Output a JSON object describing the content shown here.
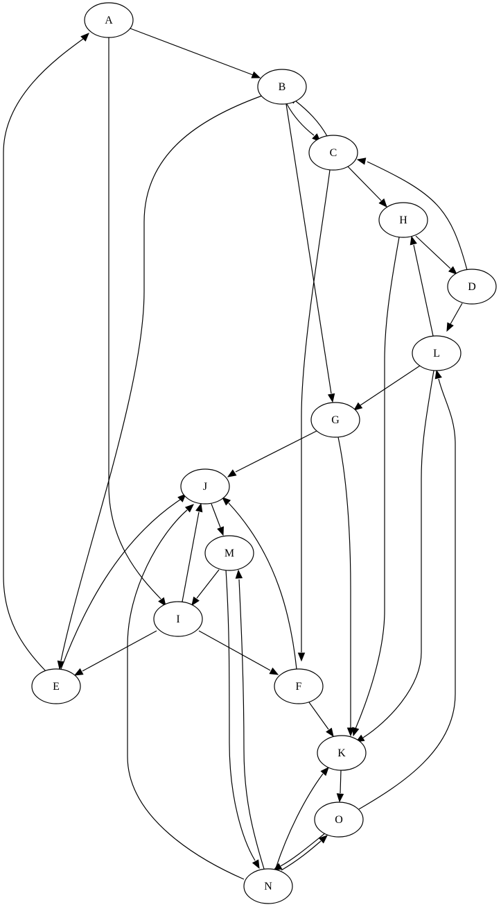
{
  "graph": {
    "type": "directed-graph",
    "nodes": [
      {
        "id": "A",
        "label": "A"
      },
      {
        "id": "B",
        "label": "B"
      },
      {
        "id": "C",
        "label": "C"
      },
      {
        "id": "H",
        "label": "H"
      },
      {
        "id": "D",
        "label": "D"
      },
      {
        "id": "L",
        "label": "L"
      },
      {
        "id": "G",
        "label": "G"
      },
      {
        "id": "J",
        "label": "J"
      },
      {
        "id": "M",
        "label": "M"
      },
      {
        "id": "I",
        "label": "I"
      },
      {
        "id": "E",
        "label": "E"
      },
      {
        "id": "F",
        "label": "F"
      },
      {
        "id": "K",
        "label": "K"
      },
      {
        "id": "O",
        "label": "O"
      },
      {
        "id": "N",
        "label": "N"
      }
    ],
    "edges": [
      {
        "from": "A",
        "to": "B"
      },
      {
        "from": "A",
        "to": "I"
      },
      {
        "from": "B",
        "to": "C"
      },
      {
        "from": "B",
        "to": "E"
      },
      {
        "from": "B",
        "to": "G"
      },
      {
        "from": "C",
        "to": "B"
      },
      {
        "from": "C",
        "to": "H"
      },
      {
        "from": "C",
        "to": "F"
      },
      {
        "from": "D",
        "to": "C"
      },
      {
        "from": "D",
        "to": "L"
      },
      {
        "from": "E",
        "to": "A"
      },
      {
        "from": "E",
        "to": "J"
      },
      {
        "from": "F",
        "to": "J"
      },
      {
        "from": "F",
        "to": "K"
      },
      {
        "from": "G",
        "to": "J"
      },
      {
        "from": "G",
        "to": "K"
      },
      {
        "from": "H",
        "to": "D"
      },
      {
        "from": "H",
        "to": "K"
      },
      {
        "from": "I",
        "to": "J"
      },
      {
        "from": "I",
        "to": "E"
      },
      {
        "from": "I",
        "to": "F"
      },
      {
        "from": "J",
        "to": "M"
      },
      {
        "from": "K",
        "to": "O"
      },
      {
        "from": "L",
        "to": "H"
      },
      {
        "from": "L",
        "to": "G"
      },
      {
        "from": "L",
        "to": "K"
      },
      {
        "from": "M",
        "to": "I"
      },
      {
        "from": "M",
        "to": "N"
      },
      {
        "from": "N",
        "to": "J"
      },
      {
        "from": "N",
        "to": "M"
      },
      {
        "from": "N",
        "to": "K"
      },
      {
        "from": "N",
        "to": "O"
      },
      {
        "from": "O",
        "to": "N"
      },
      {
        "from": "O",
        "to": "L"
      }
    ]
  }
}
